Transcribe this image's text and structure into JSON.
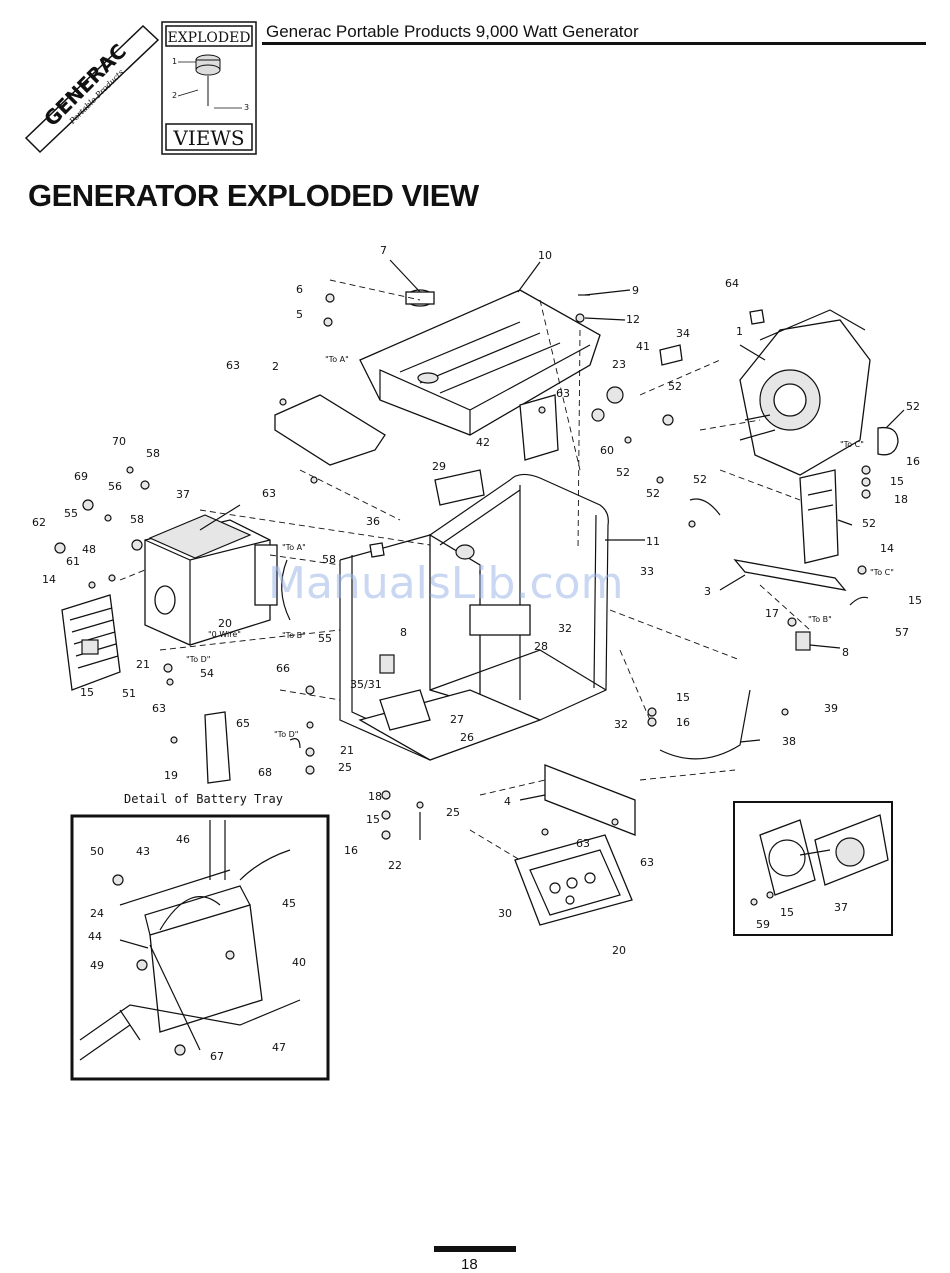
{
  "header": {
    "brand": "GENERAC",
    "brand_sub": "Portable Products",
    "badge_top": "EXPLODED",
    "badge_bottom": "VIEWS",
    "title": "Generac Portable Products 9,000 Watt Generator"
  },
  "page_heading": "GENERATOR EXPLODED VIEW",
  "watermark": "ManualsLib.com",
  "battery_detail": {
    "caption": "Detail of Battery Tray",
    "callouts": [
      "50",
      "43",
      "46",
      "24",
      "44",
      "49",
      "45",
      "40",
      "47",
      "67"
    ]
  },
  "notes": {
    "to_a": "\"To A\"",
    "to_b": "\"To B\"",
    "to_c": "\"To C\"",
    "to_d": "\"To D\"",
    "o_wire": "\"0 Wire\""
  },
  "callouts": {
    "c1": "1",
    "c2": "2",
    "c3": "3",
    "c4": "4",
    "c5": "5",
    "c6": "6",
    "c7": "7",
    "c8a": "8",
    "c8b": "8",
    "c9": "9",
    "c10": "10",
    "c11": "11",
    "c12": "12",
    "c14a": "14",
    "c14b": "14",
    "c15a": "15",
    "c15b": "15",
    "c15c": "15",
    "c15d": "15",
    "c15e": "15",
    "c16a": "16",
    "c16b": "16",
    "c16c": "16",
    "c17": "17",
    "c18a": "18",
    "c18b": "18",
    "c19": "19",
    "c20a": "20",
    "c20b": "20",
    "c21a": "21",
    "c21b": "21",
    "c22": "22",
    "c23": "23",
    "c25a": "25",
    "c25b": "25",
    "c26": "26",
    "c27": "27",
    "c28": "28",
    "c29": "29",
    "c30": "30",
    "c32a": "32",
    "c32b": "32",
    "c33": "33",
    "c34": "34",
    "c3531": "35/31",
    "c36": "36",
    "c37a": "37",
    "c37b": "37",
    "c38": "38",
    "c39": "39",
    "c41": "41",
    "c42": "42",
    "c48": "48",
    "c51": "51",
    "c52a": "52",
    "c52b": "52",
    "c52c": "52",
    "c52d": "52",
    "c52e": "52",
    "c52f": "52",
    "c54": "54",
    "c55a": "55",
    "c55b": "55",
    "c56": "56",
    "c57": "57",
    "c58a": "58",
    "c58b": "58",
    "c58c": "58",
    "c59": "59",
    "c60": "60",
    "c61": "61",
    "c62": "62",
    "c63a": "63",
    "c63b": "63",
    "c63c": "63",
    "c63d": "63",
    "c63e": "63",
    "c63f": "63",
    "c64": "64",
    "c65": "65",
    "c66": "66",
    "c68": "68",
    "c69": "69",
    "c70": "70"
  },
  "engine_detail": {
    "callouts": [
      "15",
      "37",
      "59"
    ]
  },
  "page_number": "18"
}
